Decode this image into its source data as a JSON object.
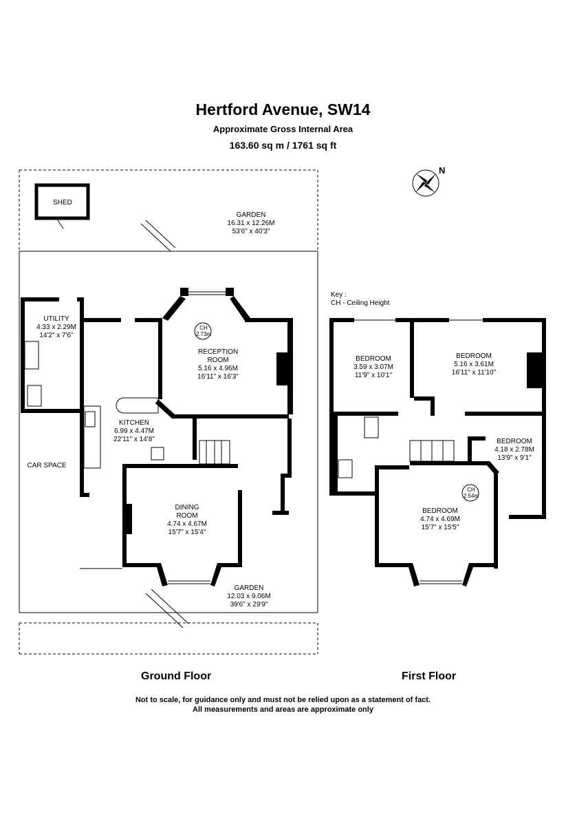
{
  "header": {
    "title": "Hertford Avenue, SW14",
    "subtitle": "Approximate Gross Internal Area",
    "area": "163.60 sq m /  1761 sq ft"
  },
  "compass": {
    "label": "N"
  },
  "key": {
    "title": "Key :",
    "entry": "CH - Ceiling Height"
  },
  "ground_floor": {
    "label": "Ground Floor",
    "rooms": {
      "shed": {
        "name": "SHED"
      },
      "garden_rear": {
        "name": "GARDEN",
        "metric": "16.31 x 12.26M",
        "imperial": "53'6\" x 40'3\""
      },
      "utility": {
        "name": "UTILITY",
        "metric": "4.33 x 2.29M",
        "imperial": "14'2\" x 7'6\""
      },
      "reception": {
        "ch": "CH",
        "ch_value": "2.73m",
        "name1": "RECEPTION",
        "name2": "ROOM",
        "metric": "5.16 x 4.96M",
        "imperial": "16'11\" x 16'3\""
      },
      "kitchen": {
        "name": "KITCHEN",
        "metric": "6.99 x 4.47M",
        "imperial": "22'11\" x 14'8\""
      },
      "car_space": {
        "name": "CAR SPACE"
      },
      "dining": {
        "name1": "DINING",
        "name2": "ROOM",
        "metric": "4.74 x 4.67M",
        "imperial": "15'7\" x 15'4\""
      },
      "garden_front": {
        "name": "GARDEN",
        "metric": "12.03 x 9.06M",
        "imperial": "39'6\" x 29'9\""
      }
    }
  },
  "first_floor": {
    "label": "First Floor",
    "rooms": {
      "bedroom1": {
        "name": "BEDROOM",
        "metric": "3.59 x 3.07M",
        "imperial": "11'9\" x 10'1\""
      },
      "bedroom2": {
        "name": "BEDROOM",
        "metric": "5.16 x 3.61M",
        "imperial": "16'11\" x 11'10\""
      },
      "bedroom3": {
        "name": "BEDROOM",
        "metric": "4.18 x 2.78M",
        "imperial": "13'9\" x 9'1\""
      },
      "bedroom4": {
        "ch": "CH",
        "ch_value": "2.54m",
        "name": "BEDROOM",
        "metric": "4.74 x 4.69M",
        "imperial": "15'7\" x 15'5\""
      }
    }
  },
  "disclaimer": {
    "line1": "Not to scale, for guidance only and must not be relied upon as a statement of fact.",
    "line2": "All measurements and areas are approximate only"
  }
}
